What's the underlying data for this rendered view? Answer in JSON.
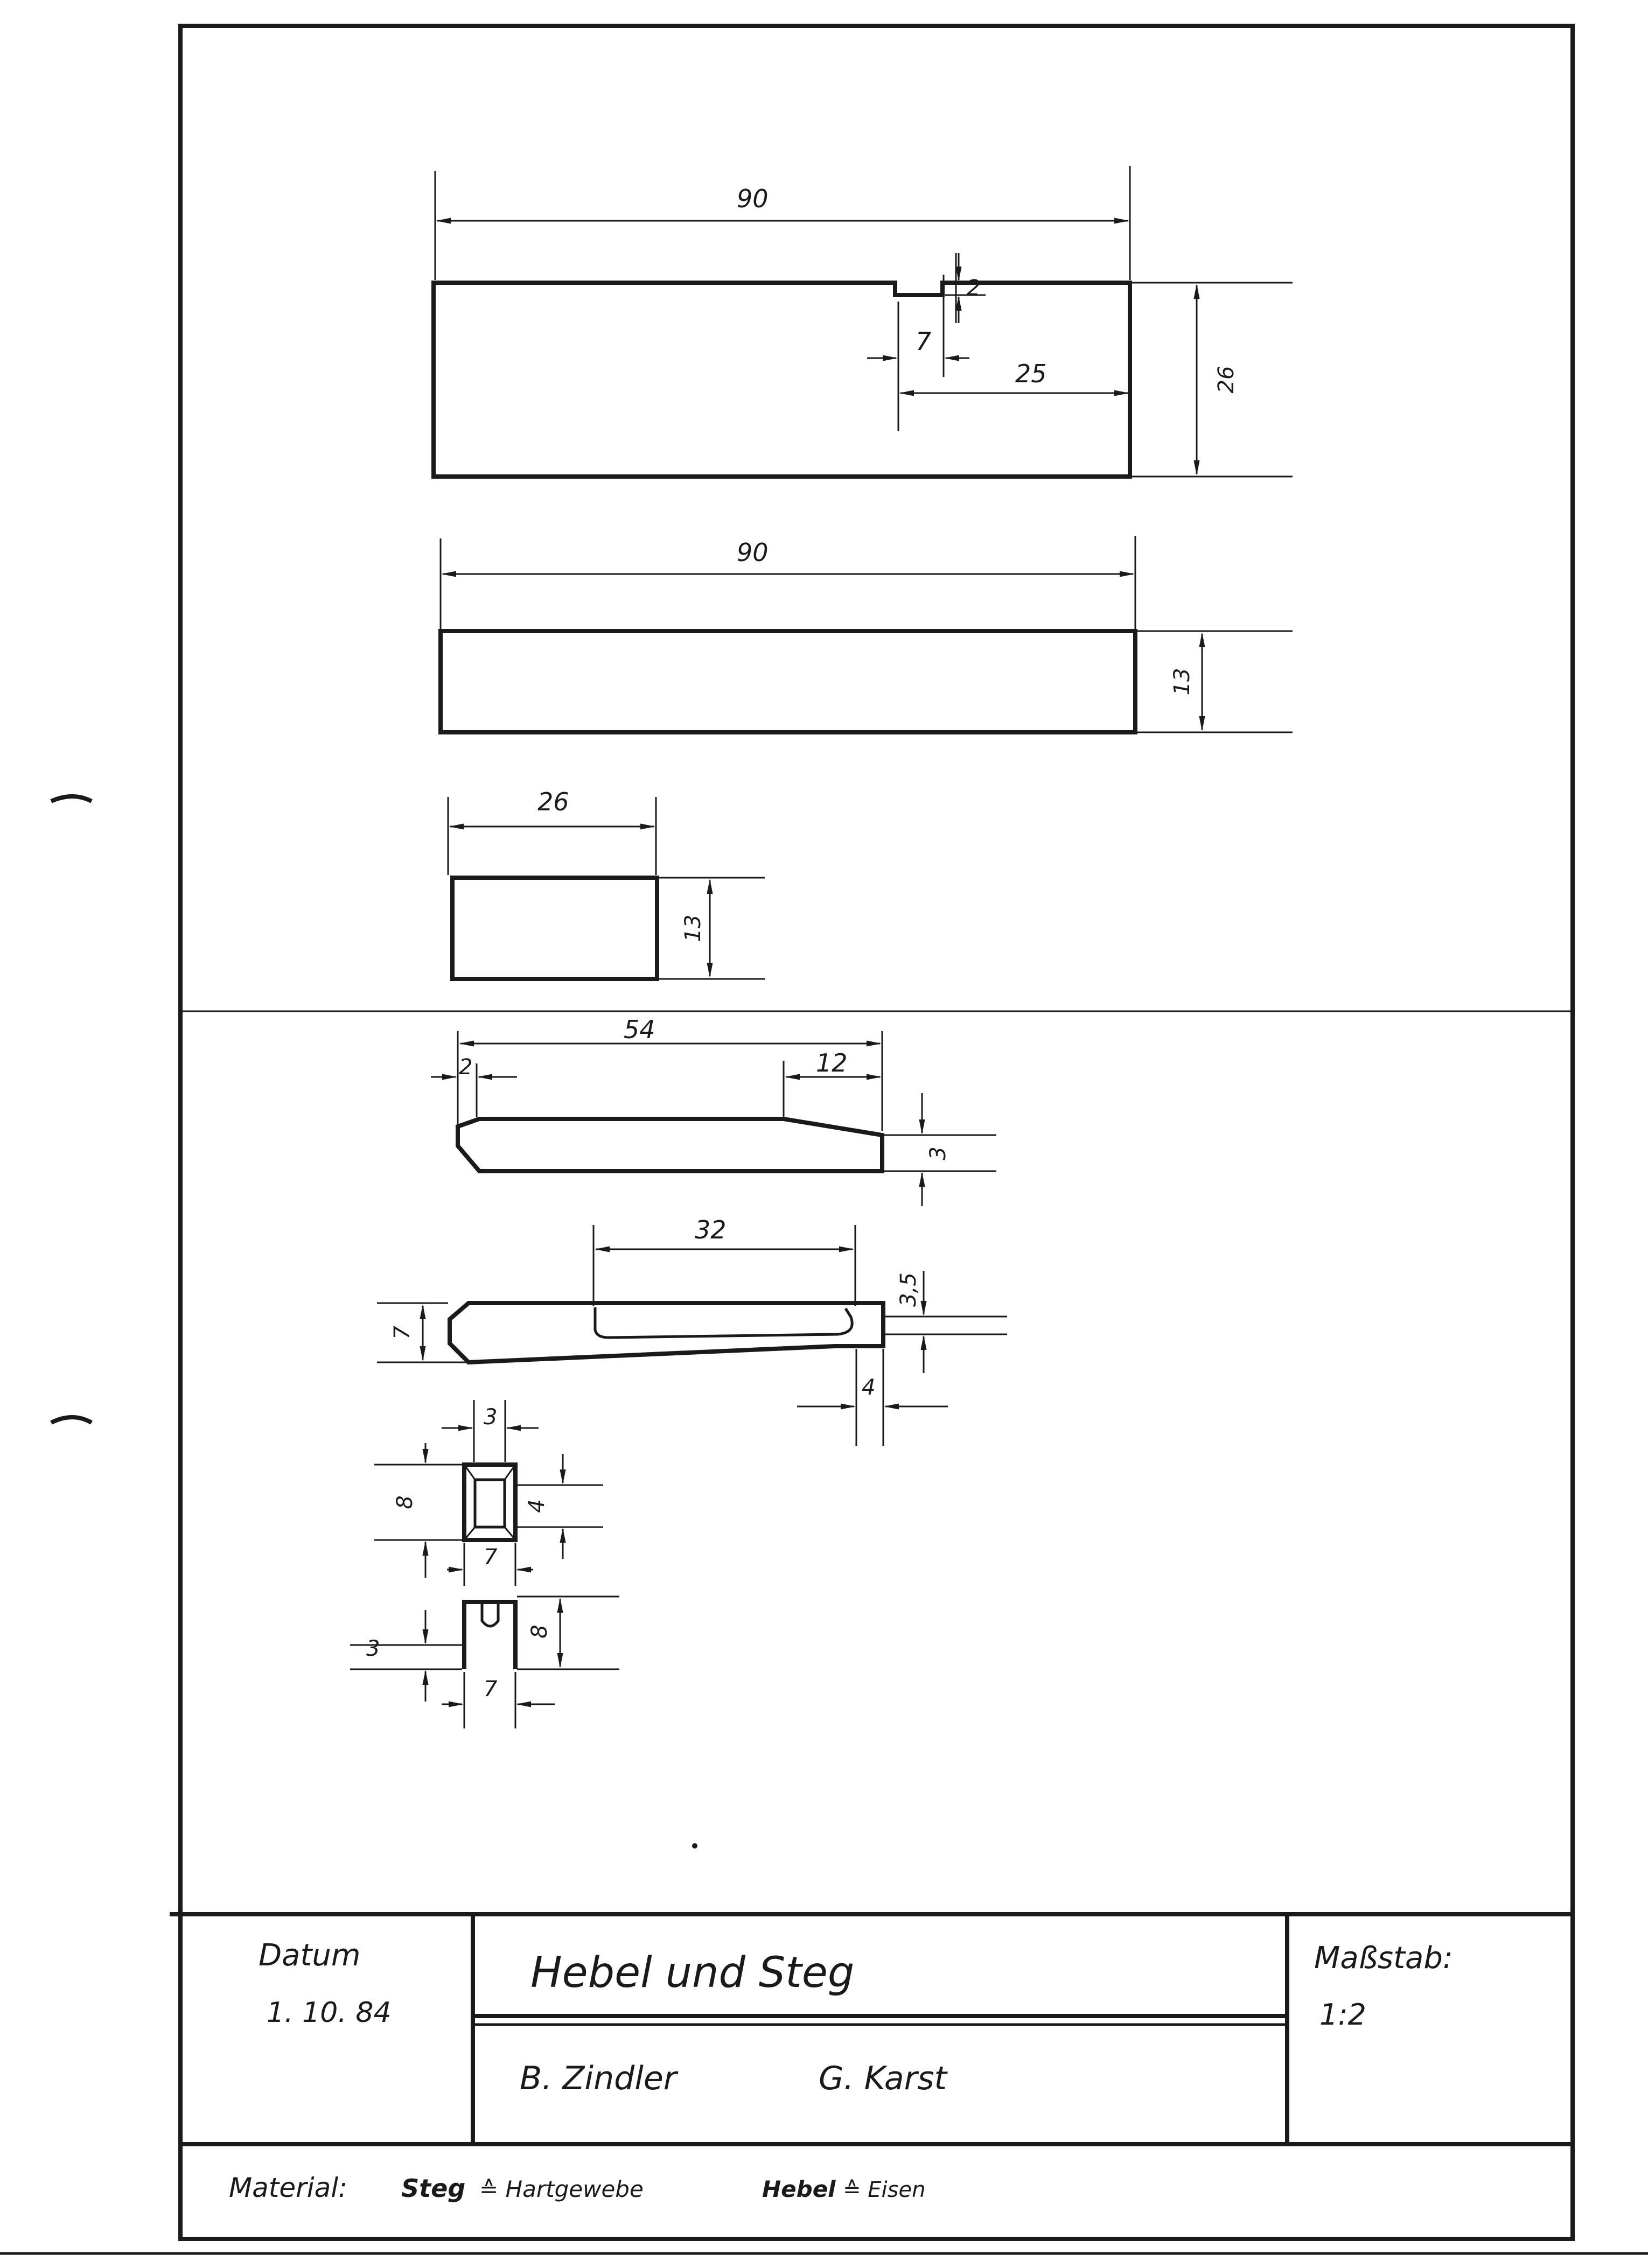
{
  "drawing": {
    "view_top": {
      "overall_length": "90",
      "height": "26",
      "notch_depth": "2",
      "notch_width": "7",
      "notch_offset": "25"
    },
    "view_side": {
      "overall_length": "90",
      "thickness": "13"
    },
    "view_end": {
      "width": "26",
      "thickness": "13"
    },
    "lever_top": {
      "overall_length": "54",
      "tip_length": "2",
      "taper_length": "12",
      "end_height": "3"
    },
    "lever_side": {
      "height": "7",
      "slot_length": "32",
      "slot_width": "3,5",
      "end_width": "4"
    },
    "section_a": {
      "width_top": "3",
      "height": "8",
      "inner": "4",
      "width_bottom": "7"
    },
    "section_b": {
      "height_left": "3",
      "height": "8",
      "width": "7"
    }
  },
  "title_block": {
    "date_label": "Datum",
    "date_value": "1. 10. 84",
    "title": "Hebel und Steg",
    "author_1": "B. Zindler",
    "author_2": "G. Karst",
    "scale_label": "Maßstab:",
    "scale_value": "1:2",
    "material_label": "Material:",
    "material_1_part": "Steg",
    "material_1_value": "≙ Hartgewebe",
    "material_2_part": "Hebel",
    "material_2_value": "≙ Eisen"
  }
}
